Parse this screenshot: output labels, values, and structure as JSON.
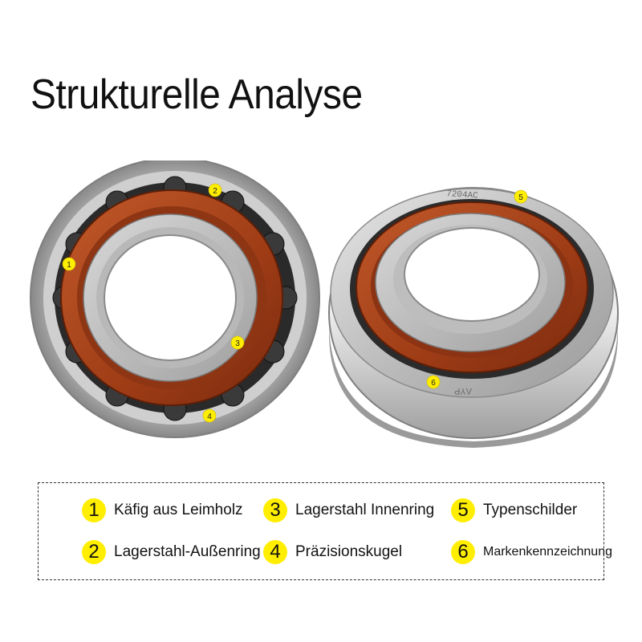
{
  "title": "Strukturelle Analyse",
  "bearing_markings": {
    "type_code": "7204AC",
    "brand_mark": "ΛYP"
  },
  "markers": [
    "1",
    "2",
    "3",
    "4",
    "5",
    "6"
  ],
  "legend": {
    "items": [
      {
        "number": "1",
        "label": "Käfig aus Leimholz"
      },
      {
        "number": "2",
        "label": "Lagerstahl-Außenring"
      },
      {
        "number": "3",
        "label": "Lagerstahl Innenring"
      },
      {
        "number": "4",
        "label": "Präzisionskugel"
      },
      {
        "number": "5",
        "label": "Typenschilder"
      },
      {
        "number": "6",
        "label": "Markenkennzeichnung"
      }
    ]
  },
  "colors": {
    "marker": "#ffee00",
    "cage": "#a8441c",
    "steel": "#c6c6c6"
  }
}
